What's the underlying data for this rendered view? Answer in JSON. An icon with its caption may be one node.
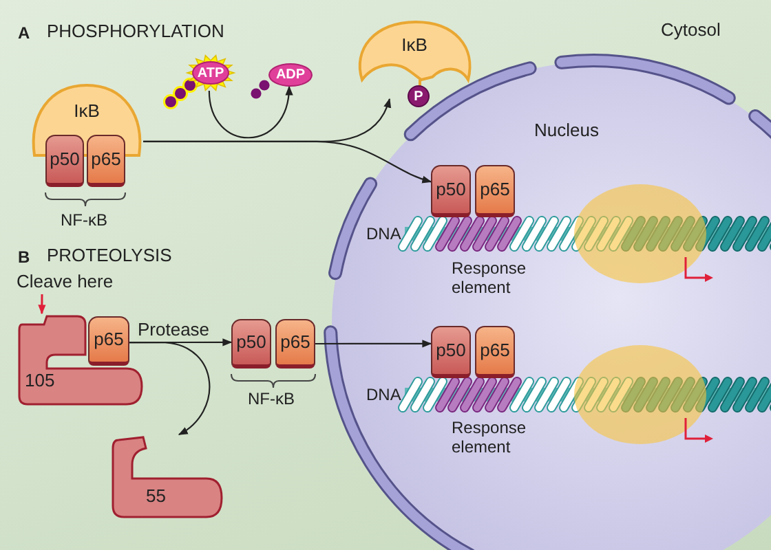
{
  "diagram": {
    "nodes": [
      {
        "text": [
          "IκB"
        ]
      },
      {
        "text": [
          "p50"
        ]
      },
      {
        "text": [
          "p65"
        ]
      },
      {
        "text": [
          "ATP"
        ]
      },
      {
        "text": [
          "ADP"
        ]
      },
      {
        "text": [
          "IκB"
        ]
      },
      {
        "text": [
          "P"
        ]
      },
      {
        "text": [
          "Nucleus"
        ]
      },
      {
        "text": [
          "p50"
        ],
        "in": 7
      },
      {
        "text": [
          "p65"
        ],
        "in": 7
      },
      {
        "text": [
          "Cleave here"
        ]
      },
      {
        "text": [
          "105"
        ]
      },
      {
        "text": [
          "p65"
        ]
      },
      {
        "text": [
          "p50"
        ]
      },
      {
        "text": [
          "p65"
        ]
      },
      {
        "text": [
          "p50"
        ],
        "in": 7
      },
      {
        "text": [
          "p65"
        ],
        "in": 7
      },
      {
        "text": [
          "55"
        ]
      }
    ],
    "edges": [
      {
        "from": 0,
        "to": 5,
        "arrow": "to"
      },
      {
        "from": 0,
        "to": 8,
        "arrow": "to"
      },
      {
        "from": 3,
        "to": 4,
        "arrow": "to"
      },
      {
        "from": 10,
        "to": 11,
        "arrow": "to",
        "color": "#e0203a"
      },
      {
        "from": 12,
        "to": 13,
        "arrow": "to",
        "label": "Protease"
      },
      {
        "from": 12,
        "to": 17,
        "arrow": "to"
      },
      {
        "from": 14,
        "to": 15,
        "arrow": "to"
      }
    ],
    "labels": [
      "A",
      "PHOSPHORYLATION",
      "Cytosol",
      "NF-κB",
      "DNA",
      "Response element",
      "B",
      "PROTEOLYSIS",
      "NF-κB",
      "DNA",
      "Response element"
    ]
  }
}
